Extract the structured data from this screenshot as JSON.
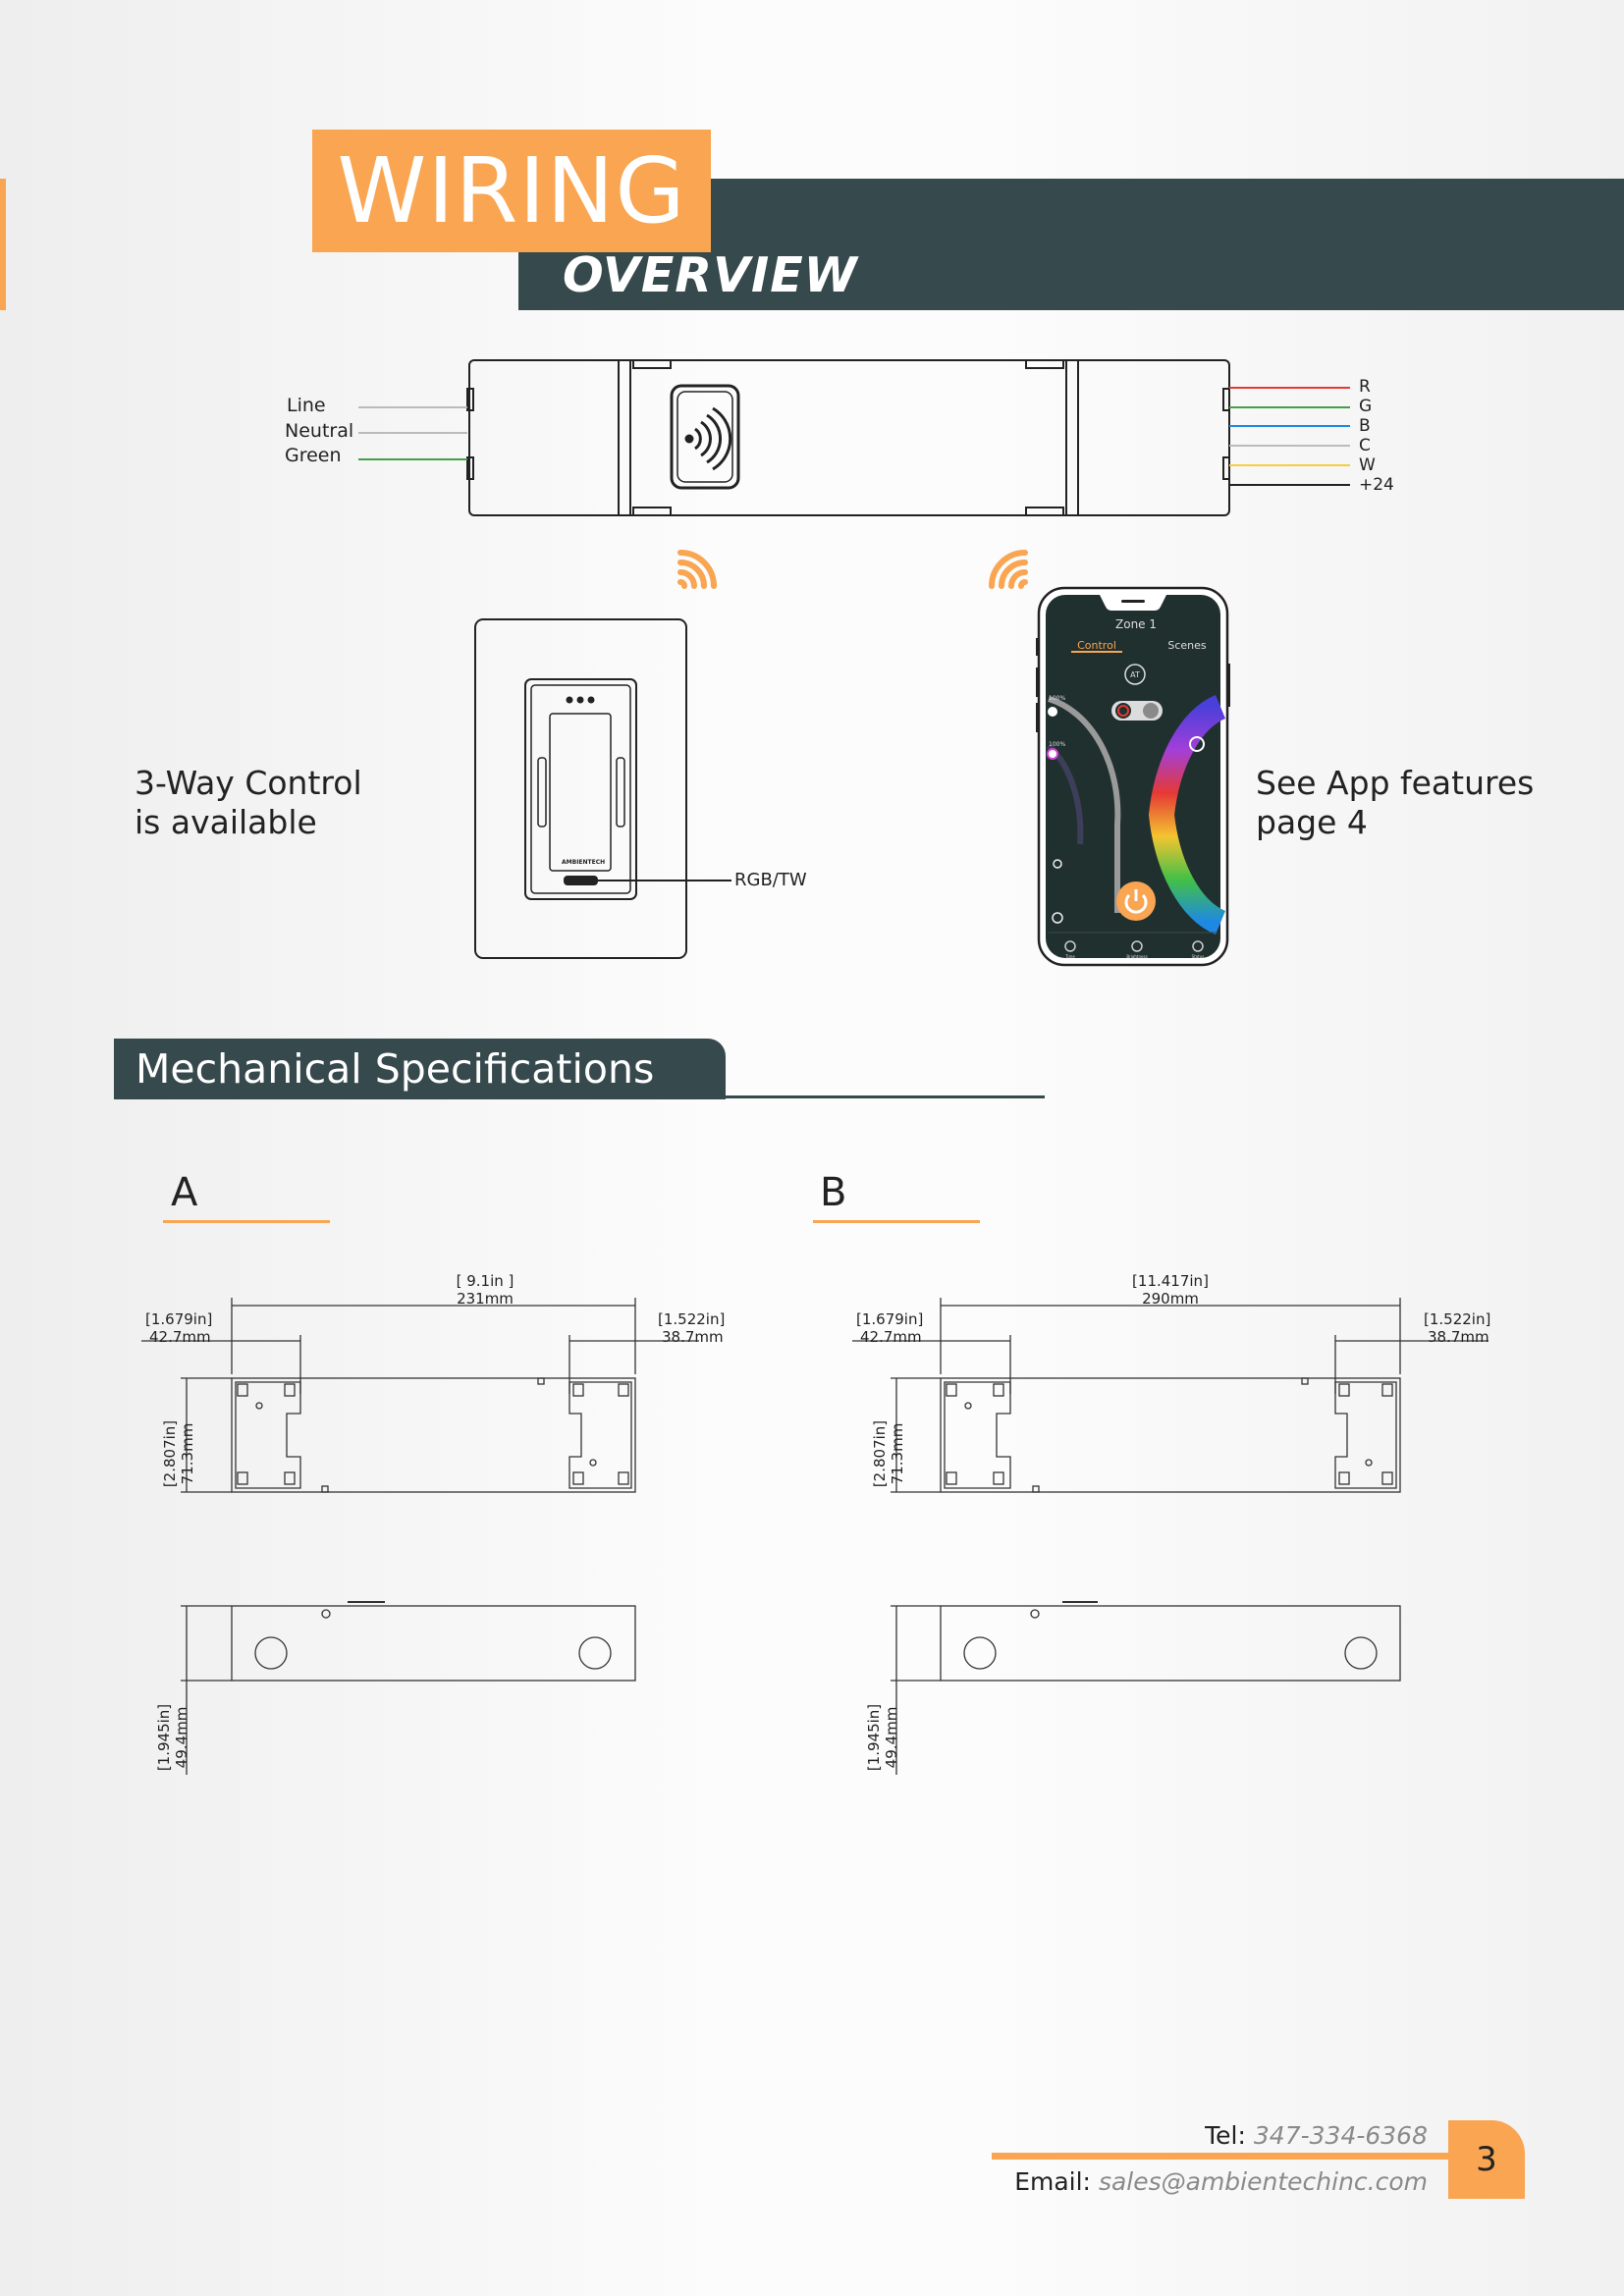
{
  "header": {
    "title": "WIRING",
    "subtitle": "OVERVIEW"
  },
  "wiring": {
    "inputs": [
      "Line",
      "Neutral",
      "Green"
    ],
    "outputs": [
      "R",
      "G",
      "B",
      "C",
      "W",
      "+24"
    ],
    "output_colors": [
      "#e53935",
      "#43a047",
      "#1e88e5",
      "#bbbbbb",
      "#f4d03f",
      "#222222"
    ],
    "input_colors": [
      "#bbbbbb",
      "#bbbbbb",
      "#43a047"
    ]
  },
  "controls": {
    "left_text_1": "3-Way Control",
    "left_text_2": "is available",
    "switch_label": "RGB/TW",
    "switch_brand": "AMBIENTECH",
    "right_text_1": "See App features",
    "right_text_2": "page 4",
    "app": {
      "zone": "Zone 1",
      "tab_control": "Control",
      "tab_scenes": "Scenes",
      "level_1": "100%",
      "level_2": "100%",
      "logo": "AT",
      "bottom_items": [
        "Time",
        "Brightness",
        "Status"
      ]
    }
  },
  "mechanical": {
    "section_title": "Mechanical Specifications",
    "views": [
      {
        "label": "A",
        "length_in": "9.1in",
        "length_mm": "231mm",
        "left_in": "1.679in",
        "left_mm": "42.7mm",
        "right_in": "1.522in",
        "right_mm": "38.7mm",
        "width_in": "2.807in",
        "width_mm": "71.3mm",
        "height_in": "1.945in",
        "height_mm": "49.4mm"
      },
      {
        "label": "B",
        "length_in": "11.417in",
        "length_mm": "290mm",
        "left_in": "1.679in",
        "left_mm": "42.7mm",
        "right_in": "1.522in",
        "right_mm": "38.7mm",
        "width_in": "2.807in",
        "width_mm": "71.3mm",
        "height_in": "1.945in",
        "height_mm": "49.4mm"
      }
    ]
  },
  "footer": {
    "tel_label": "Tel:",
    "tel": "347-334-6368",
    "email_label": "Email:",
    "email": "sales@ambientechinc.com",
    "page_number": "3"
  },
  "colors": {
    "accent": "#f9a552",
    "dark": "#36494d"
  }
}
